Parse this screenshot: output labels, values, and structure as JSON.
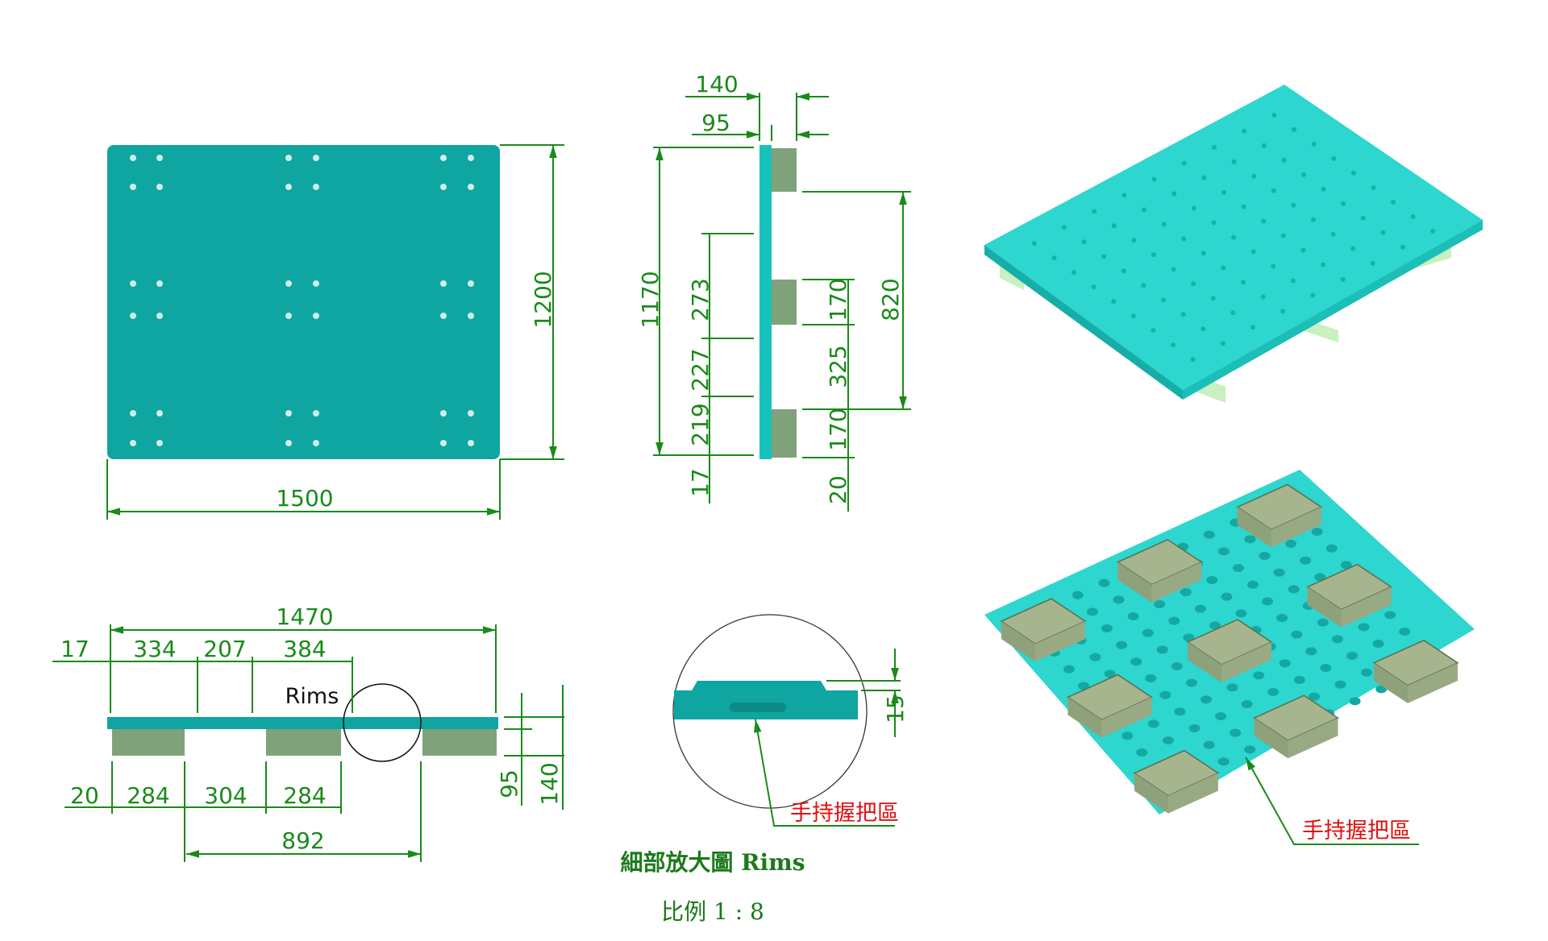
{
  "top_view": {
    "width_label": "1500",
    "height_label": "1200"
  },
  "side_view": {
    "total_height": "140",
    "deck_height": "95",
    "length": "1170",
    "span": "820",
    "left_dims": [
      "273",
      "227",
      "219",
      "17"
    ],
    "right_dims": [
      "170",
      "325",
      "170",
      "20"
    ]
  },
  "front_view": {
    "overall": "1470",
    "top_dims": [
      "17",
      "334",
      "207",
      "384"
    ],
    "bottom_dims": [
      "20",
      "284",
      "304",
      "284"
    ],
    "block_span": "892",
    "heights": [
      "95",
      "140"
    ],
    "callout": "Rims"
  },
  "detail": {
    "dim": "15",
    "handle_label": "手持握把區",
    "title": "細部放大圖 Rims",
    "scale": "比例 1 : 8"
  },
  "iso_bottom": {
    "handle_label": "手持握把區"
  },
  "colors": {
    "deck": "#0fa5a0",
    "iso_deck": "#2dd6cf",
    "block": "#7fa27a",
    "dim": "#1a8a1a",
    "label": "#e01010"
  }
}
